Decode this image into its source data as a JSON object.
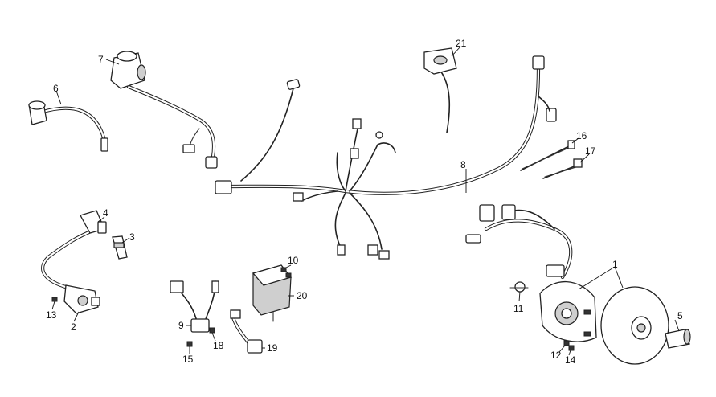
{
  "callouts": [
    {
      "id": "1",
      "text": "1"
    },
    {
      "id": "2",
      "text": "2"
    },
    {
      "id": "3",
      "text": "3"
    },
    {
      "id": "4",
      "text": "4"
    },
    {
      "id": "5",
      "text": "5"
    },
    {
      "id": "6",
      "text": "6"
    },
    {
      "id": "7",
      "text": "7"
    },
    {
      "id": "8",
      "text": "8"
    },
    {
      "id": "9",
      "text": "9"
    },
    {
      "id": "10",
      "text": "10"
    },
    {
      "id": "11",
      "text": "11"
    },
    {
      "id": "12",
      "text": "12"
    },
    {
      "id": "13",
      "text": "13"
    },
    {
      "id": "14",
      "text": "14"
    },
    {
      "id": "15",
      "text": "15"
    },
    {
      "id": "16",
      "text": "16"
    },
    {
      "id": "17",
      "text": "17"
    },
    {
      "id": "18",
      "text": "18"
    },
    {
      "id": "19",
      "text": "19"
    },
    {
      "id": "20",
      "text": "20"
    },
    {
      "id": "21",
      "text": "21"
    }
  ],
  "colors": {
    "line": "#222222",
    "background": "#ffffff"
  }
}
